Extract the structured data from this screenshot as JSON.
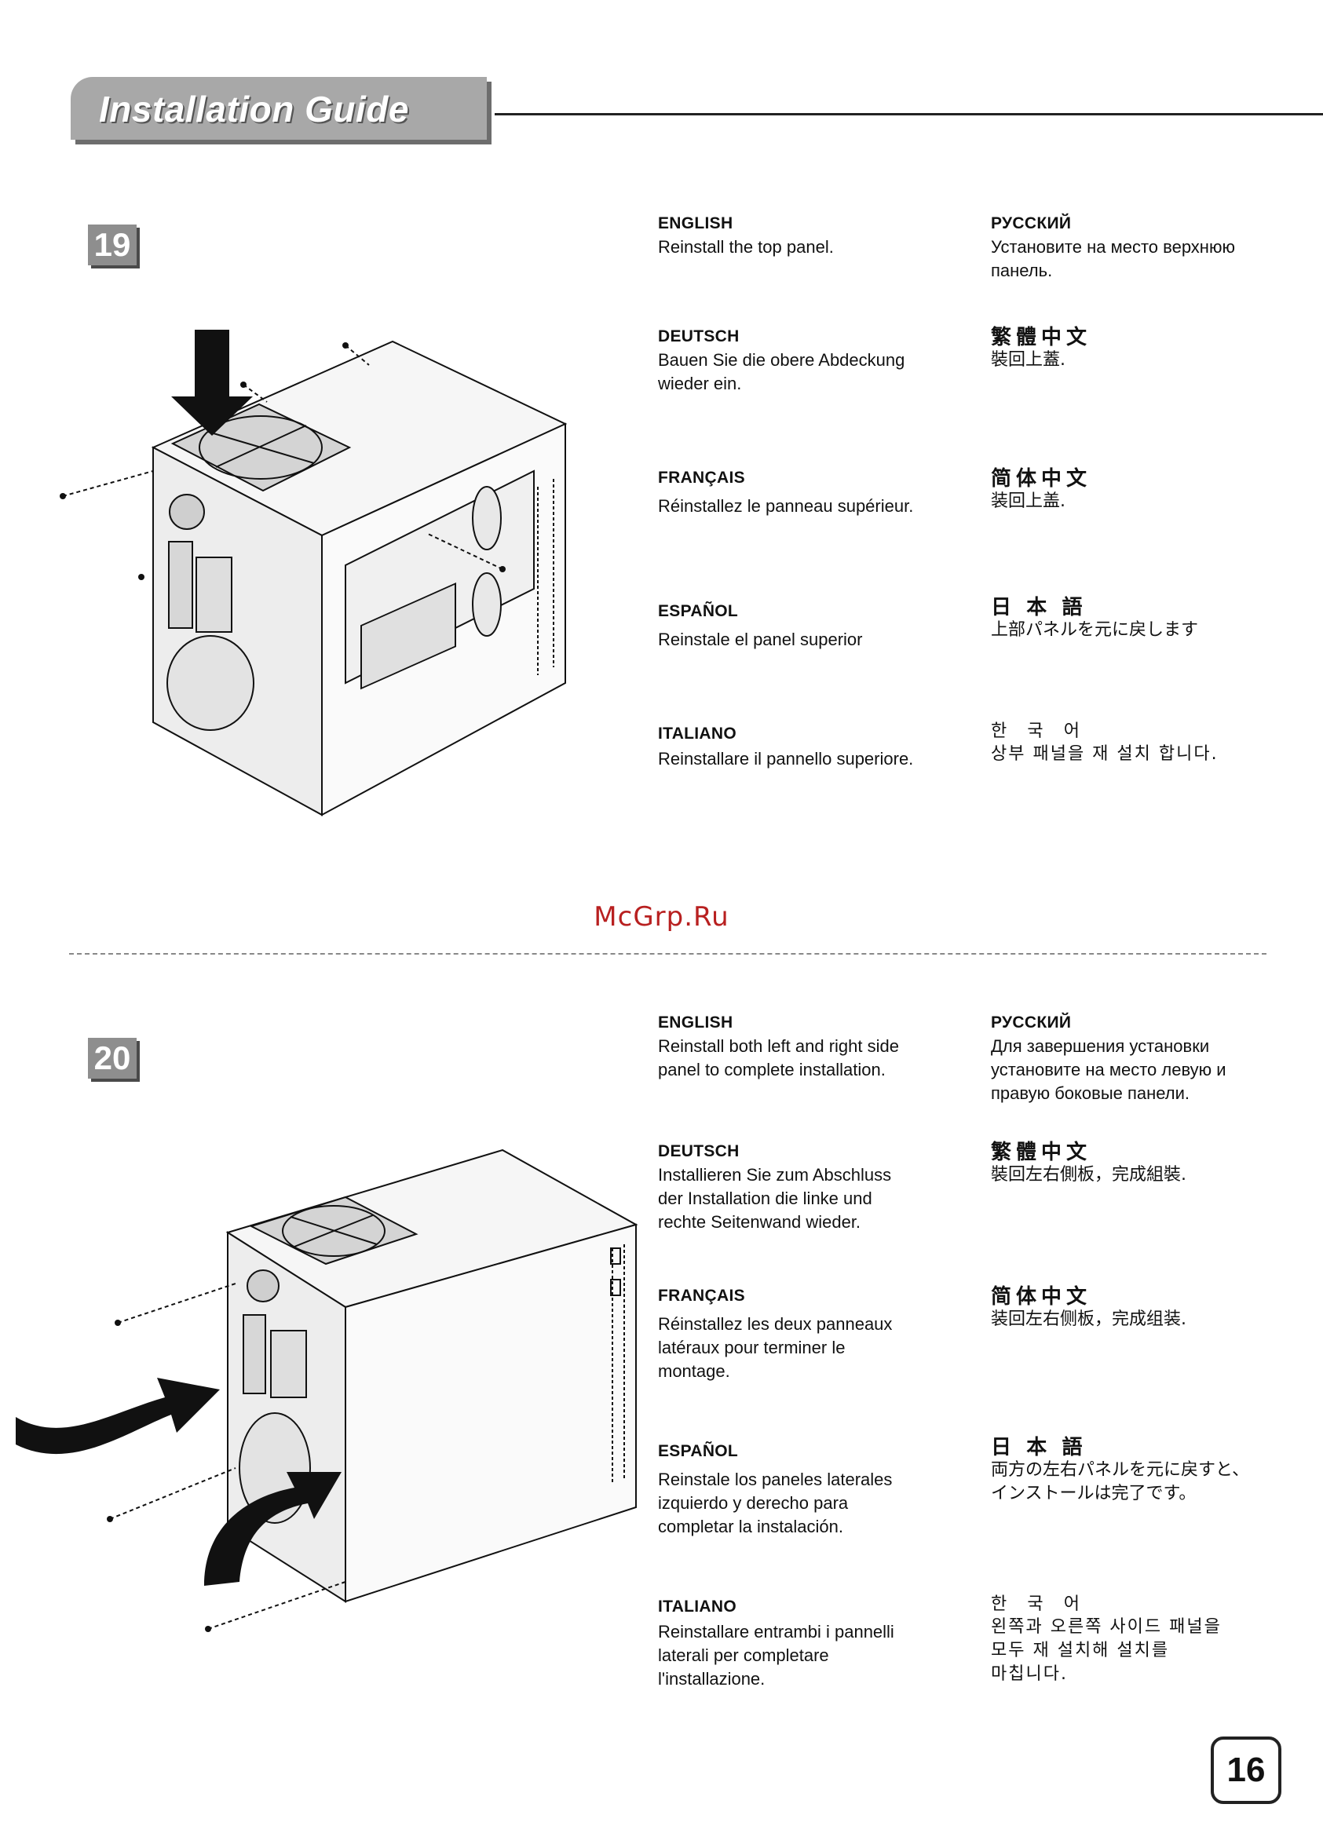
{
  "header": {
    "title": "Installation Guide"
  },
  "watermark": "McGrp.Ru",
  "page_number": "16",
  "steps": [
    {
      "number": "19",
      "languages": {
        "english": {
          "heading": "ENGLISH",
          "lines": [
            "Reinstall the top panel."
          ]
        },
        "russian": {
          "heading": "РУССКИЙ",
          "lines": [
            "Установите на место верхнюю",
            "панель."
          ]
        },
        "deutsch": {
          "heading": "DEUTSCH",
          "lines": [
            "Bauen Sie die obere Abdeckung",
            "wieder ein."
          ]
        },
        "trad_chinese": {
          "heading": "繁體中文",
          "lines": [
            "裝回上蓋."
          ]
        },
        "francais": {
          "heading": "FRANÇAIS",
          "lines": [
            "Réinstallez le panneau supérieur."
          ]
        },
        "simp_chinese": {
          "heading": "简体中文",
          "lines": [
            "装回上盖."
          ]
        },
        "espanol": {
          "heading": "ESPAÑOL",
          "lines": [
            "Reinstale el panel superior"
          ]
        },
        "japanese": {
          "heading": "日 本 語",
          "lines": [
            "上部パネルを元に戻します"
          ]
        },
        "italiano": {
          "heading": "ITALIANO",
          "lines": [
            "Reinstallare il pannello superiore."
          ]
        },
        "korean": {
          "heading": "한 국 어",
          "lines": [
            "상부 패널을 재 설치 합니다."
          ]
        }
      }
    },
    {
      "number": "20",
      "languages": {
        "english": {
          "heading": "ENGLISH",
          "lines": [
            "Reinstall both left and right side",
            "panel to complete installation."
          ]
        },
        "russian": {
          "heading": "РУССКИЙ",
          "lines": [
            "Для завершения установки",
            "установите на место левую и",
            "правую боковые панели."
          ]
        },
        "deutsch": {
          "heading": "DEUTSCH",
          "lines": [
            "Installieren Sie zum Abschluss",
            "der Installation die linke und",
            "rechte Seitenwand wieder."
          ]
        },
        "trad_chinese": {
          "heading": "繁體中文",
          "lines": [
            "裝回左右側板，完成組裝."
          ]
        },
        "francais": {
          "heading": "FRANÇAIS",
          "lines": [
            "Réinstallez les deux panneaux",
            "latéraux pour terminer le",
            "montage."
          ]
        },
        "simp_chinese": {
          "heading": "简体中文",
          "lines": [
            "装回左右侧板，完成组装."
          ]
        },
        "espanol": {
          "heading": "ESPAÑOL",
          "lines": [
            "Reinstale los paneles laterales",
            "izquierdo y derecho para",
            "completar la instalación."
          ]
        },
        "japanese": {
          "heading": "日 本 語",
          "lines": [
            "両方の左右パネルを元に戻すと、",
            "インストールは完了です。"
          ]
        },
        "italiano": {
          "heading": "ITALIANO",
          "lines": [
            "Reinstallare entrambi i pannelli",
            "laterali per completare",
            "l'installazione."
          ]
        },
        "korean": {
          "heading": "한 국 어",
          "lines": [
            "왼쪽과 오른쪽 사이드 패널을",
            "모두 재 설치해 설치를",
            "마칩니다."
          ]
        }
      }
    }
  ]
}
